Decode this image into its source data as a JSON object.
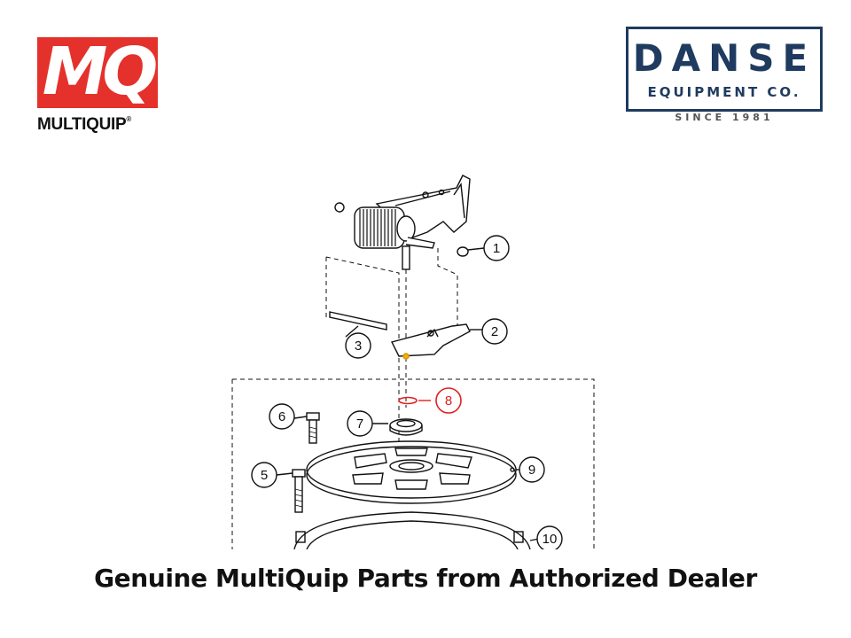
{
  "brand_left": {
    "monogram": "MQ",
    "wordmark": "MULTIQUIP",
    "registered_mark": "®",
    "color": "#e5312b"
  },
  "brand_right": {
    "name": "DANSE",
    "subtitle": "EQUIPMENT CO.",
    "since": "SINCE 1981",
    "color": "#1f3b5f"
  },
  "diagram": {
    "callouts": [
      {
        "number": "1",
        "highlight": false
      },
      {
        "number": "2",
        "highlight": false
      },
      {
        "number": "3",
        "highlight": false
      },
      {
        "number": "5",
        "highlight": false
      },
      {
        "number": "6",
        "highlight": false
      },
      {
        "number": "7",
        "highlight": false
      },
      {
        "number": "8",
        "highlight": true
      },
      {
        "number": "9",
        "highlight": false
      },
      {
        "number": "10",
        "highlight": false
      }
    ],
    "highlight_color": "#e02020"
  },
  "caption": "Genuine MultiQuip Parts from Authorized Dealer"
}
